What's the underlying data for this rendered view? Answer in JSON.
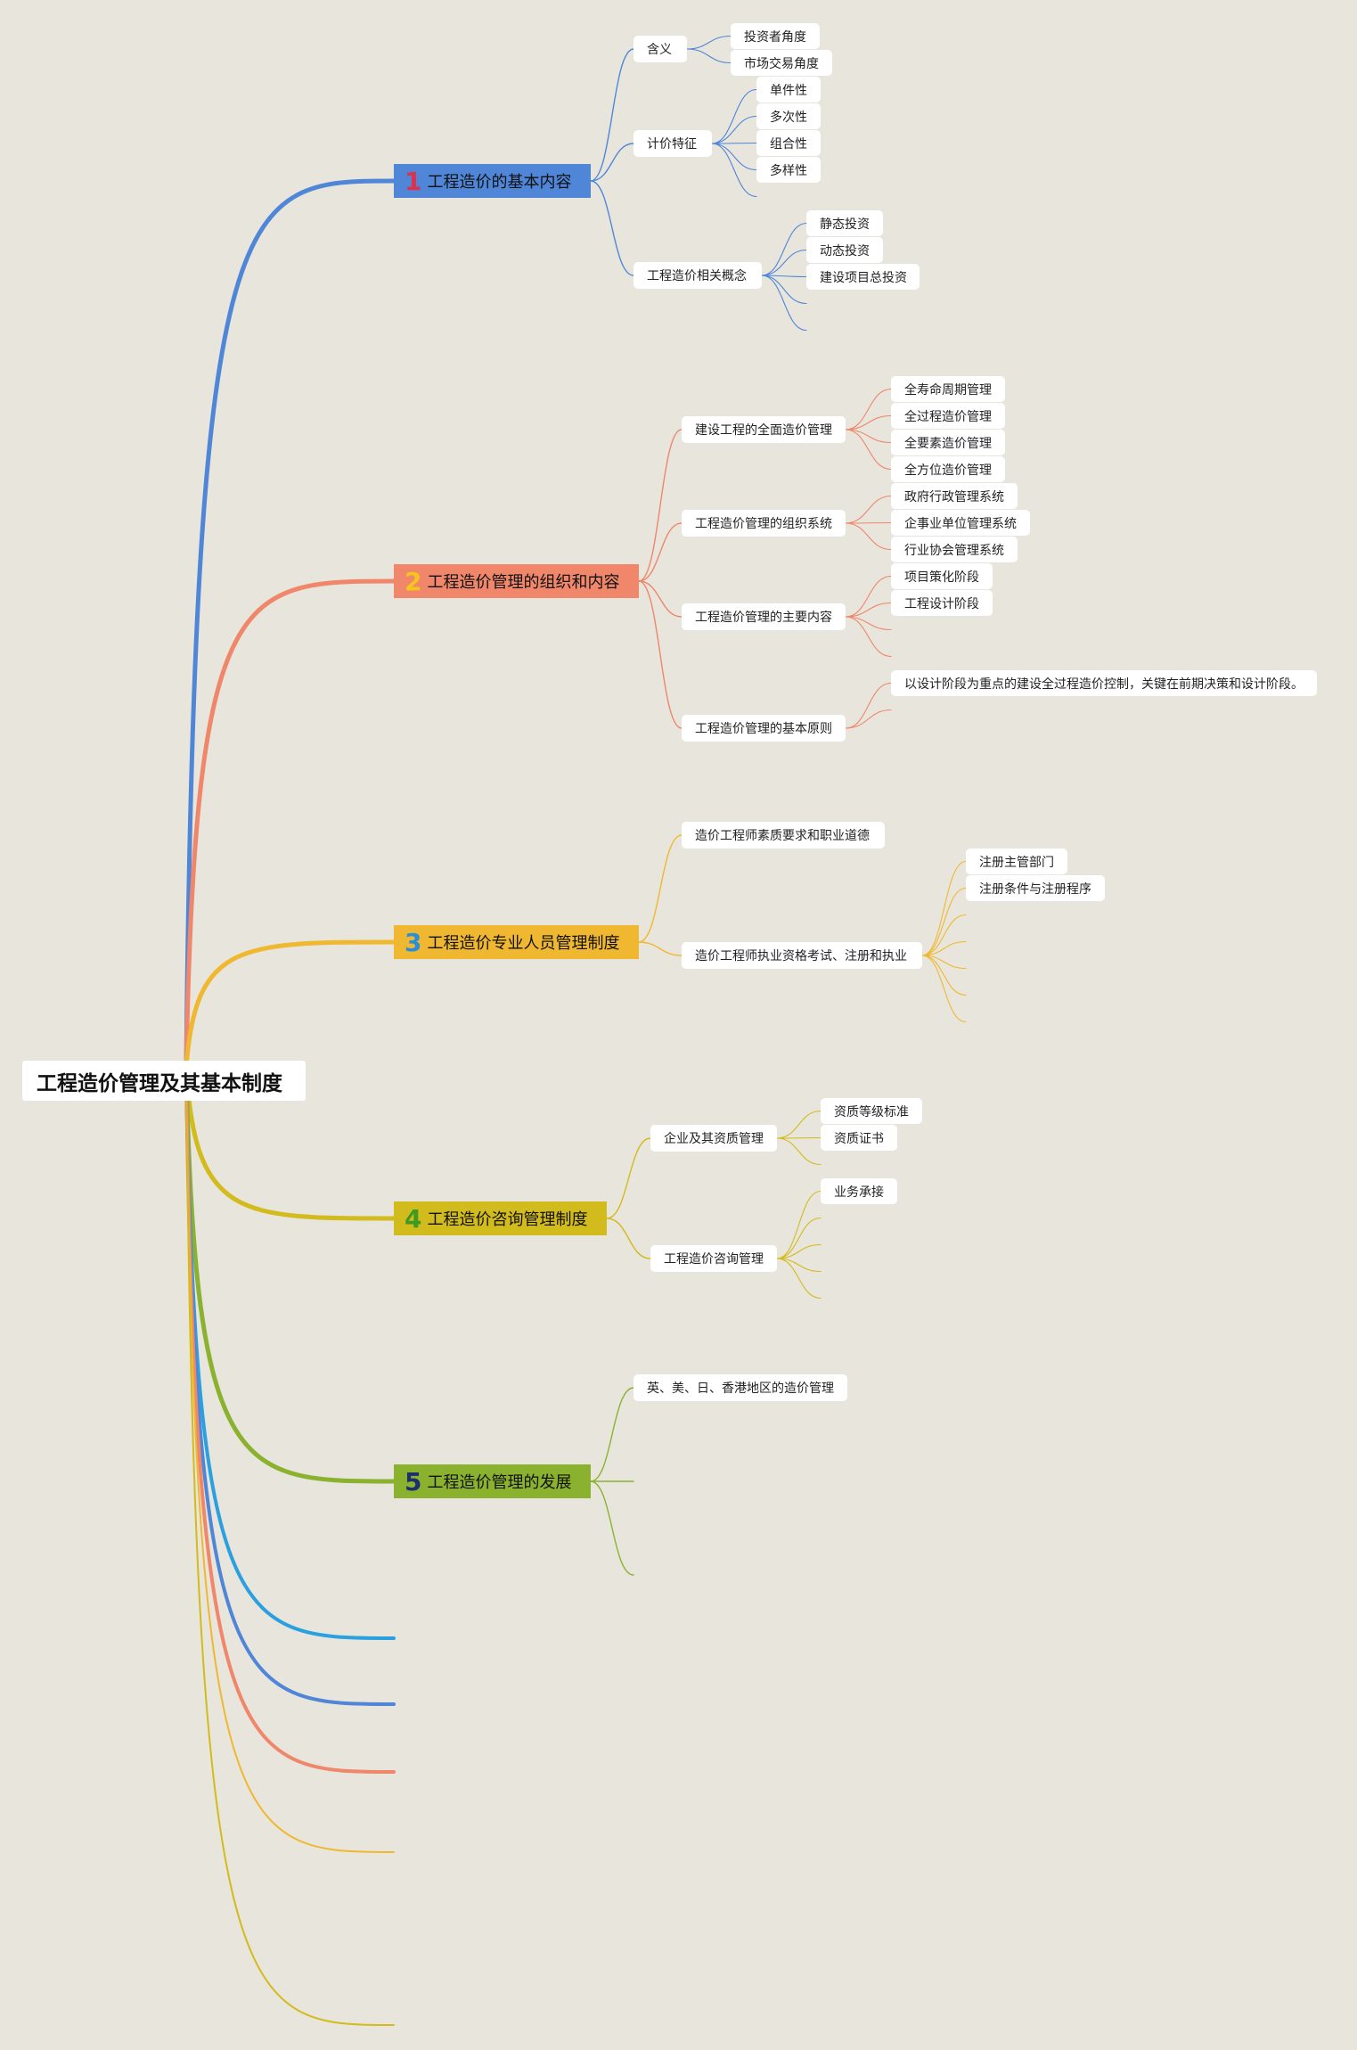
{
  "root": {
    "label": "工程造价管理及其基本制度"
  },
  "branches": [
    {
      "num": "1",
      "label": "工程造价的基本内容",
      "color": "#4f86d8",
      "num_color": "#e0304a",
      "children": [
        {
          "label": "含义",
          "children": [
            {
              "label": "投资者角度"
            },
            {
              "label": "市场交易角度"
            }
          ]
        },
        {
          "label": "计价特征",
          "children": [
            {
              "label": "单件性"
            },
            {
              "label": "多次性"
            },
            {
              "label": "组合性"
            },
            {
              "label": "多样性"
            },
            {
              "label": ""
            }
          ]
        },
        {
          "label": "工程造价相关概念",
          "children": [
            {
              "label": "静态投资"
            },
            {
              "label": "动态投资"
            },
            {
              "label": "建设项目总投资"
            },
            {
              "label": ""
            },
            {
              "label": ""
            }
          ]
        }
      ]
    },
    {
      "num": "2",
      "label": "工程造价管理的组织和内容",
      "color": "#f0866a",
      "num_color": "#f5c51e",
      "children": [
        {
          "label": "建设工程的全面造价管理",
          "children": [
            {
              "label": "全寿命周期管理"
            },
            {
              "label": "全过程造价管理"
            },
            {
              "label": "全要素造价管理"
            },
            {
              "label": "全方位造价管理"
            }
          ]
        },
        {
          "label": "工程造价管理的组织系统",
          "children": [
            {
              "label": "政府行政管理系统"
            },
            {
              "label": "企事业单位管理系统"
            },
            {
              "label": "行业协会管理系统"
            }
          ]
        },
        {
          "label": "工程造价管理的主要内容",
          "children": [
            {
              "label": "项目策化阶段"
            },
            {
              "label": "工程设计阶段"
            },
            {
              "label": ""
            },
            {
              "label": ""
            }
          ]
        },
        {
          "label": "工程造价管理的基本原则",
          "children": [
            {
              "label": "以设计阶段为重点的建设全过程造价控制，关键在前期决策和设计阶段。"
            },
            {
              "label": ""
            }
          ]
        }
      ]
    },
    {
      "num": "3",
      "label": "工程造价专业人员管理制度",
      "color": "#f0b830",
      "num_color": "#2a8fd8",
      "children": [
        {
          "label": "造价工程师素质要求和职业道德",
          "children": []
        },
        {
          "label": "造价工程师执业资格考试、注册和执业",
          "children": [
            {
              "label": "注册主管部门"
            },
            {
              "label": "注册条件与注册程序"
            },
            {
              "label": ""
            },
            {
              "label": ""
            },
            {
              "label": ""
            },
            {
              "label": ""
            },
            {
              "label": ""
            }
          ]
        }
      ]
    },
    {
      "num": "4",
      "label": "工程造价咨询管理制度",
      "color": "#d2bb1c",
      "num_color": "#3f9a22",
      "children": [
        {
          "label": "企业及其资质管理",
          "children": [
            {
              "label": "资质等级标准"
            },
            {
              "label": "资质证书"
            },
            {
              "label": ""
            }
          ]
        },
        {
          "label": "工程造价咨询管理",
          "children": [
            {
              "label": "业务承接"
            },
            {
              "label": ""
            },
            {
              "label": ""
            },
            {
              "label": ""
            },
            {
              "label": ""
            }
          ]
        }
      ]
    },
    {
      "num": "5",
      "label": "工程造价管理的发展",
      "color": "#8ab22e",
      "num_color": "#1d2f6e",
      "children": [
        {
          "label": "英、美、日、香港地区的造价管理",
          "children": []
        },
        {
          "label": "",
          "children": []
        },
        {
          "label": "",
          "children": []
        }
      ]
    }
  ],
  "dangling_colors": [
    "#2aa0e0",
    "#4f86d8",
    "#f0866a",
    "#f0b830",
    "#d2bb1c"
  ]
}
